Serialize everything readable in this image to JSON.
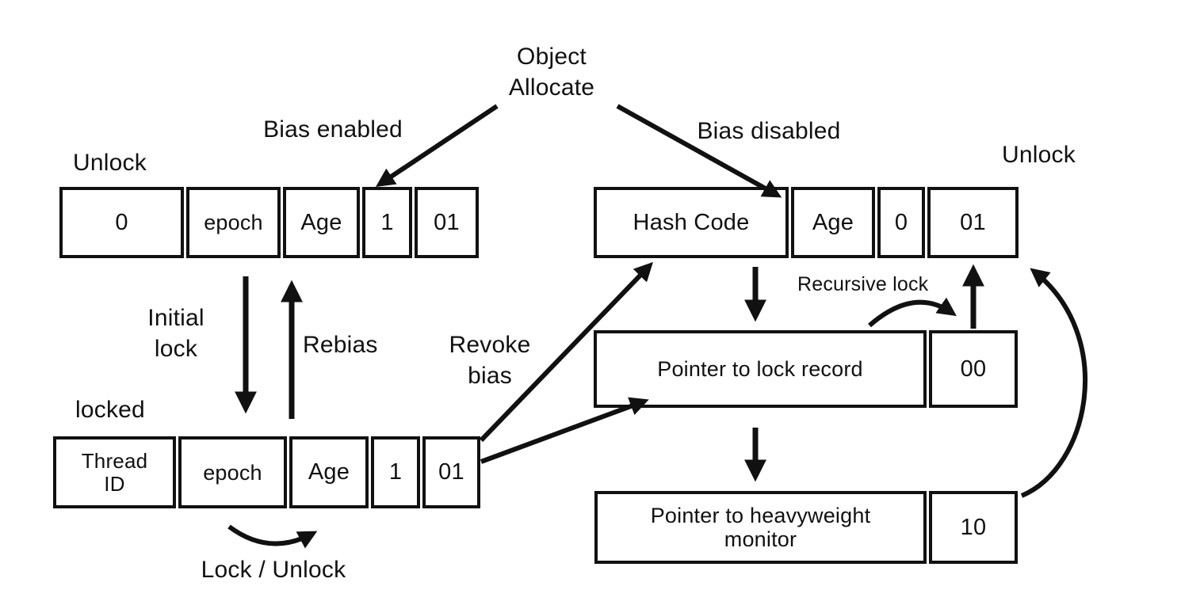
{
  "colors": {
    "background": "#ffffff",
    "ink": "#111111"
  },
  "labels": {
    "object_allocate": "Object\nAllocate",
    "bias_enabled": "Bias enabled",
    "bias_disabled": "Bias disabled",
    "unlock_left": "Unlock",
    "unlock_right": "Unlock",
    "initial_lock": "Initial\nlock",
    "rebias": "Rebias",
    "locked": "locked",
    "revoke_bias": "Revoke\nbias",
    "lock_unlock": "Lock / Unlock",
    "recursive_lock": "Recursive lock"
  },
  "boxes": {
    "biased_unlocked": {
      "cells": [
        "0",
        "epoch",
        "Age",
        "1",
        "01"
      ]
    },
    "unbiased_unlocked": {
      "cells": [
        "Hash Code",
        "Age",
        "0",
        "01"
      ]
    },
    "biased_locked": {
      "cells": [
        "Thread\nID",
        "epoch",
        "Age",
        "1",
        "01"
      ]
    },
    "lightweight_locked": {
      "cells": [
        "Pointer to lock record",
        "00"
      ]
    },
    "heavyweight_locked": {
      "cells": [
        "Pointer to heavyweight\nmonitor",
        "10"
      ]
    }
  },
  "icons": {
    "arrowhead": "triangle-arrowhead"
  }
}
